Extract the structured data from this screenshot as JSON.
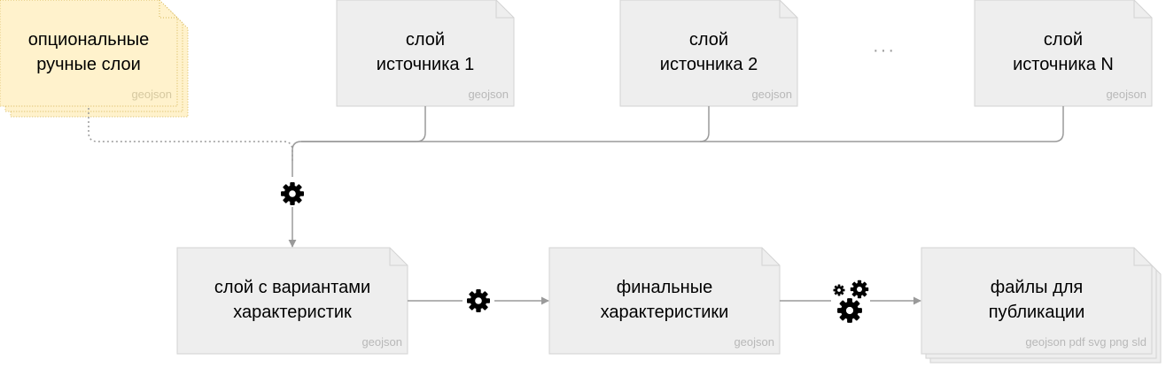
{
  "colors": {
    "doc_fill": "#eeeeee",
    "doc_stroke": "#d3d3d3",
    "optional_fill": "#fff2cc",
    "optional_stroke": "#d6b656",
    "connector": "#9a9a9a",
    "gear": "#000000"
  },
  "nodes": {
    "optional": {
      "line1": "опциональные",
      "line2": "ручные слои",
      "tag": "geojson"
    },
    "source1": {
      "line1": "слой",
      "line2": "источника 1",
      "tag": "geojson"
    },
    "source2": {
      "line1": "слой",
      "line2": "источника 2",
      "tag": "geojson"
    },
    "ellipsis": "···",
    "sourceN": {
      "line1": "слой",
      "line2": "источника N",
      "tag": "geojson"
    },
    "variants": {
      "line1": "слой с вариантами",
      "line2": "характеристик",
      "tag": "geojson"
    },
    "final": {
      "line1": "финальные",
      "line2": "характеристики",
      "tag": "geojson"
    },
    "publication": {
      "line1": "файлы для",
      "line2": "публикации",
      "tag": "geojson pdf svg png sld"
    }
  },
  "icons": [
    "gear-icon",
    "gear-icon",
    "gears-icon"
  ]
}
